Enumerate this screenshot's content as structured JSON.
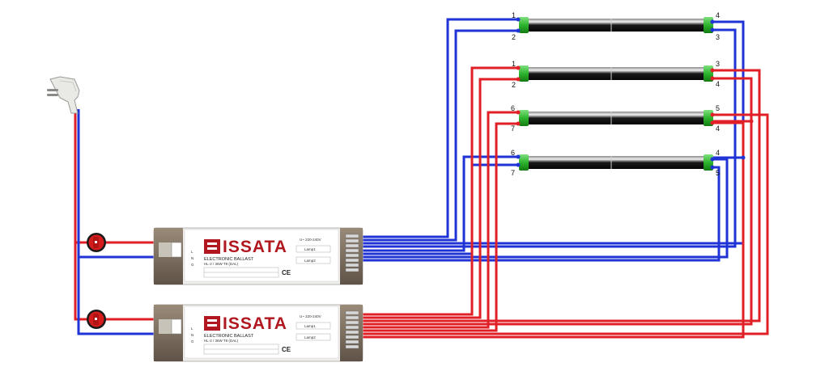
{
  "colors": {
    "live_wire": "#e11f26",
    "neutral_wire": "#1f33d6",
    "lamp_cap": "#2db52d",
    "switch": "#d41c1c"
  },
  "icons": [
    "power-plug-icon",
    "rocker-switch-icon",
    "ballast-icon",
    "fluorescent-tube-icon"
  ],
  "ballasts": [
    {
      "brand": "ISSATA",
      "type": "ELECTRONIC BALLAST",
      "model": "HL-2 / 36W T8 (DAL)",
      "voltage": "U~ 220-240V",
      "terminals": [
        "L",
        "N",
        "G"
      ],
      "lamp_labels": [
        "Lamp1",
        "Lamp2"
      ],
      "cert": "CE"
    },
    {
      "brand": "ISSATA",
      "type": "ELECTRONIC BALLAST",
      "model": "HL-2 / 36W T8 (DAL)",
      "voltage": "U~ 220-240V",
      "terminals": [
        "L",
        "N",
        "G"
      ],
      "lamp_labels": [
        "Lamp1",
        "Lamp2"
      ],
      "cert": "CE"
    }
  ],
  "lamps": [
    {
      "left_pins": [
        "1",
        "2"
      ],
      "right_pins": [
        "4",
        "3"
      ]
    },
    {
      "left_pins": [
        "1",
        "2"
      ],
      "right_pins": [
        "3",
        "4"
      ]
    },
    {
      "left_pins": [
        "6",
        "7"
      ],
      "right_pins": [
        "5",
        "4"
      ]
    },
    {
      "left_pins": [
        "6",
        "7"
      ],
      "right_pins": [
        "4",
        "5"
      ]
    }
  ]
}
